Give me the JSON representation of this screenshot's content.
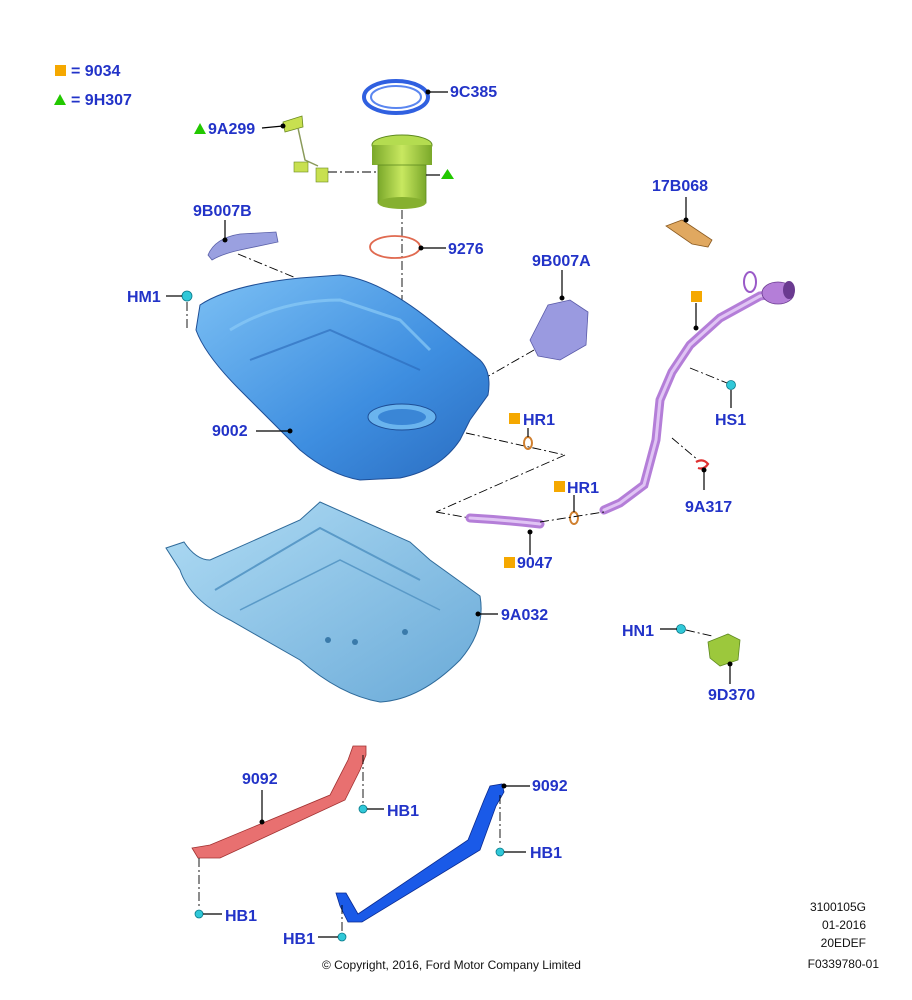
{
  "legend": [
    {
      "symbol": "square",
      "color": "#f5a800",
      "text": "= 9034"
    },
    {
      "symbol": "triangle",
      "color": "#22c800",
      "text": "= 9H307"
    }
  ],
  "parts": {
    "p9c385": "9C385",
    "p9a299": "9A299",
    "p17b068": "17B068",
    "p9b007b": "9B007B",
    "p9276": "9276",
    "p9b007a": "9B007A",
    "hm1": "HM1",
    "hs1": "HS1",
    "p9002": "9002",
    "hr1_a": "HR1",
    "hr1_b": "HR1",
    "p9a317": "9A317",
    "p9047": "9047",
    "p9a032": "9A032",
    "hn1": "HN1",
    "p9d370": "9D370",
    "p9092_a": "9092",
    "p9092_b": "9092",
    "hb1_a": "HB1",
    "hb1_b": "HB1",
    "hb1_c": "HB1",
    "hb1_d": "HB1"
  },
  "footer": {
    "code": "3100105G",
    "date": "01-2016",
    "variant": "20EDEF",
    "figure": "F0339780-01",
    "copyright": "© Copyright, 2016, Ford Motor Company Limited"
  },
  "colors": {
    "label": "#2233c8",
    "tank": "#4a9ae0",
    "shield": "#8cc4e8",
    "filler_pipe": "#b47ed8",
    "strap_red": "#e87070",
    "strap_blue": "#1a5ae8",
    "pump": "#9cc83c",
    "bracket": "#9aa0e0",
    "flap": "#e0a860",
    "fastener": "#30c8d8",
    "legend_square": "#f5a800",
    "legend_triangle": "#22c800"
  }
}
